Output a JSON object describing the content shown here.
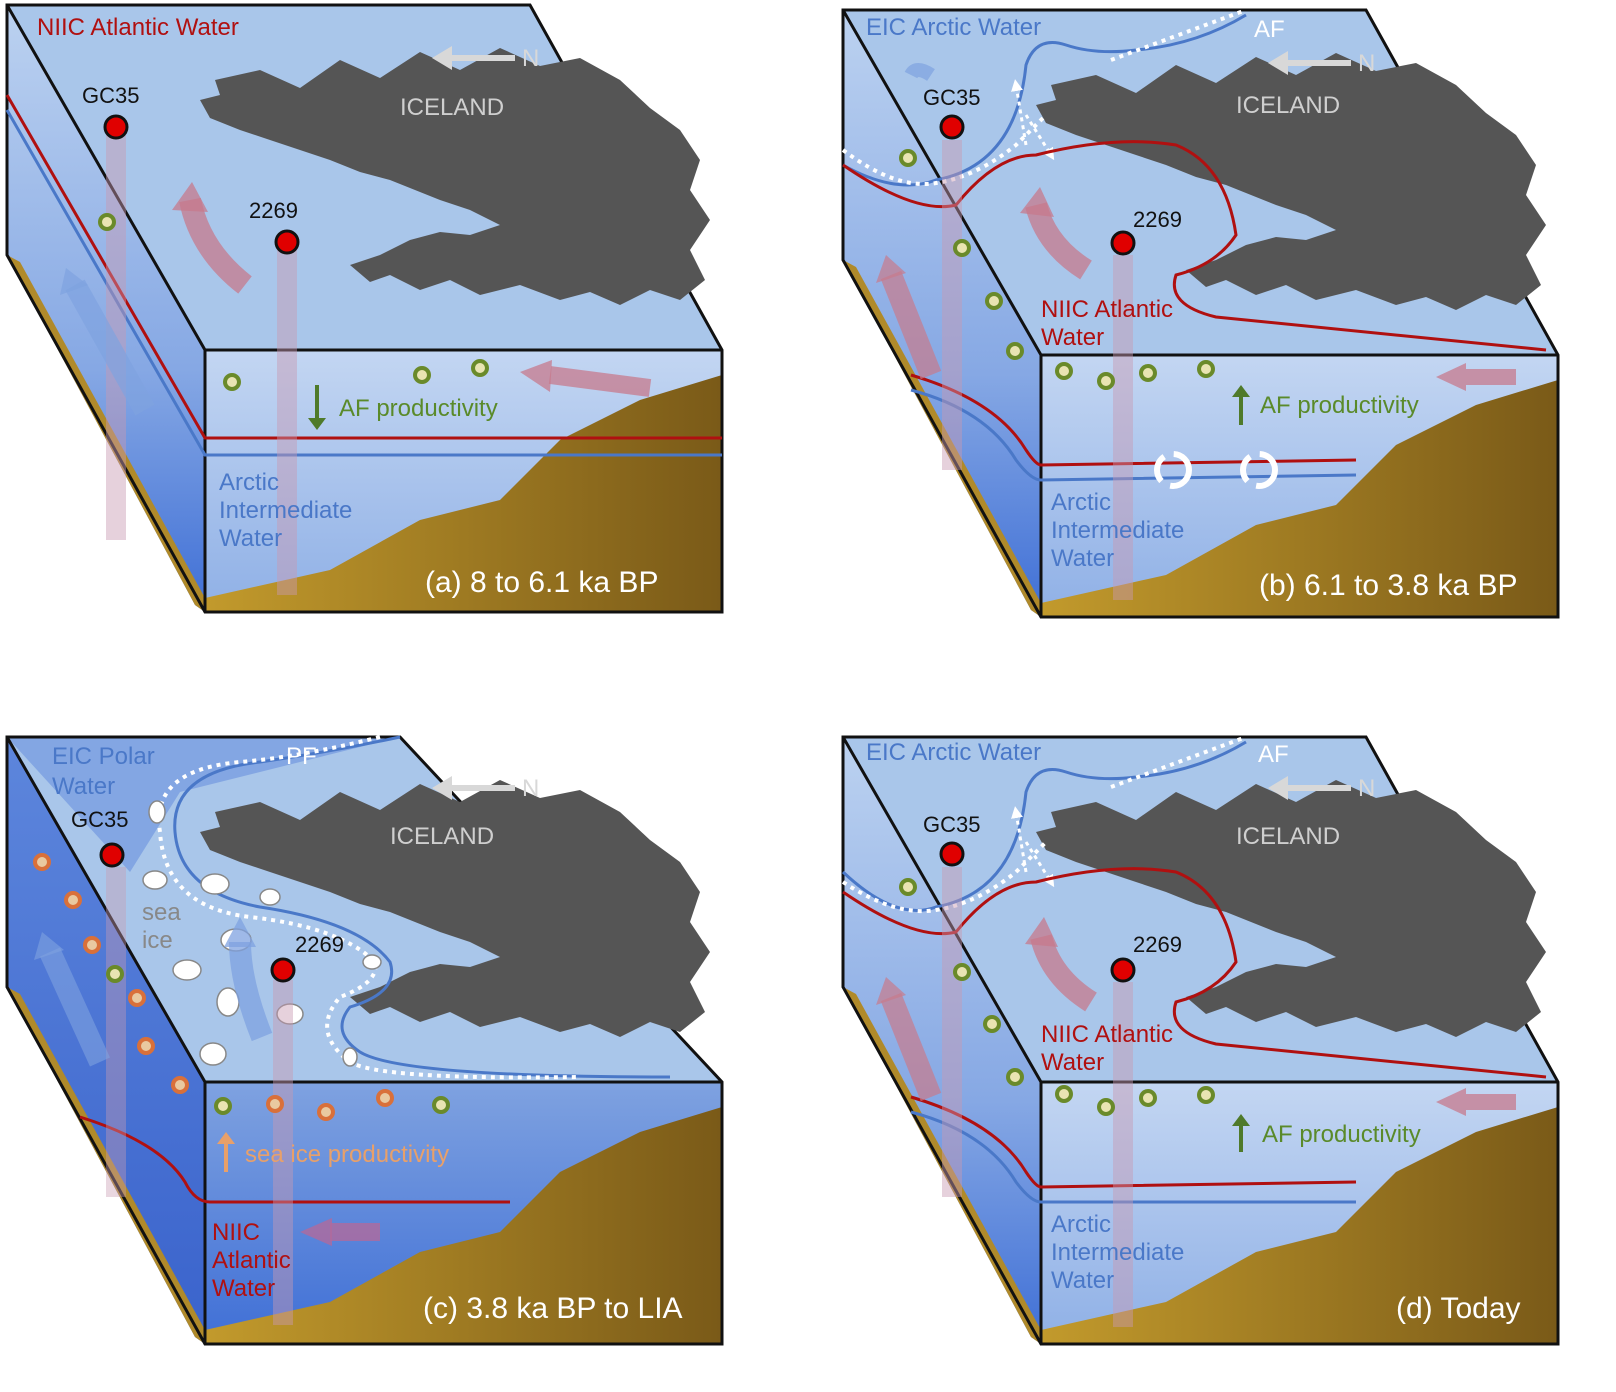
{
  "colors": {
    "ocean_surface": "#a9c6ea",
    "water_deep": "#3f6fd6",
    "land_iceland": "#555555",
    "seafloor": "#b08a2a",
    "atlantic_red": "#b01010",
    "arctic_blue": "#4a78c8",
    "foram_green": "#5a7a2a",
    "seaice_orange": "#d98a4a",
    "site_red": "#e00000"
  },
  "panels": [
    {
      "caption": "(a) 8 to 6.1 ka BP",
      "north_label": "N",
      "iceland_label": "ICELAND",
      "site_a": "GC35",
      "site_b": "2269",
      "labels": {
        "niic": "NIIC Atlantic Water",
        "productivity": "AF productivity",
        "aiw_1": "Arctic",
        "aiw_2": "Intermediate",
        "aiw_3": "Water"
      }
    },
    {
      "caption": "(b) 6.1 to 3.8 ka BP",
      "north_label": "N",
      "iceland_label": "ICELAND",
      "site_a": "GC35",
      "site_b": "2269",
      "labels": {
        "eic": "EIC Arctic Water",
        "front": "AF",
        "niic_1": "NIIC Atlantic",
        "niic_2": "Water",
        "productivity": "AF productivity",
        "aiw_1": "Arctic",
        "aiw_2": "Intermediate",
        "aiw_3": "Water"
      }
    },
    {
      "caption": "(c) 3.8 ka BP to LIA",
      "north_label": "N",
      "iceland_label": "ICELAND",
      "site_a": "GC35",
      "site_b": "2269",
      "labels": {
        "eic_1": "EIC Polar",
        "eic_2": "Water",
        "front": "PF",
        "sea_ice_1": "sea",
        "sea_ice_2": "ice",
        "productivity": "sea ice productivity",
        "niic_1": "NIIC",
        "niic_2": "Atlantic",
        "niic_3": "Water"
      }
    },
    {
      "caption": "(d) Today",
      "north_label": "N",
      "iceland_label": "ICELAND",
      "site_a": "GC35",
      "site_b": "2269",
      "labels": {
        "eic": "EIC Arctic Water",
        "front": "AF",
        "niic_1": "NIIC Atlantic",
        "niic_2": "Water",
        "productivity": "AF productivity",
        "aiw_1": "Arctic",
        "aiw_2": "Intermediate",
        "aiw_3": "Water"
      }
    }
  ]
}
